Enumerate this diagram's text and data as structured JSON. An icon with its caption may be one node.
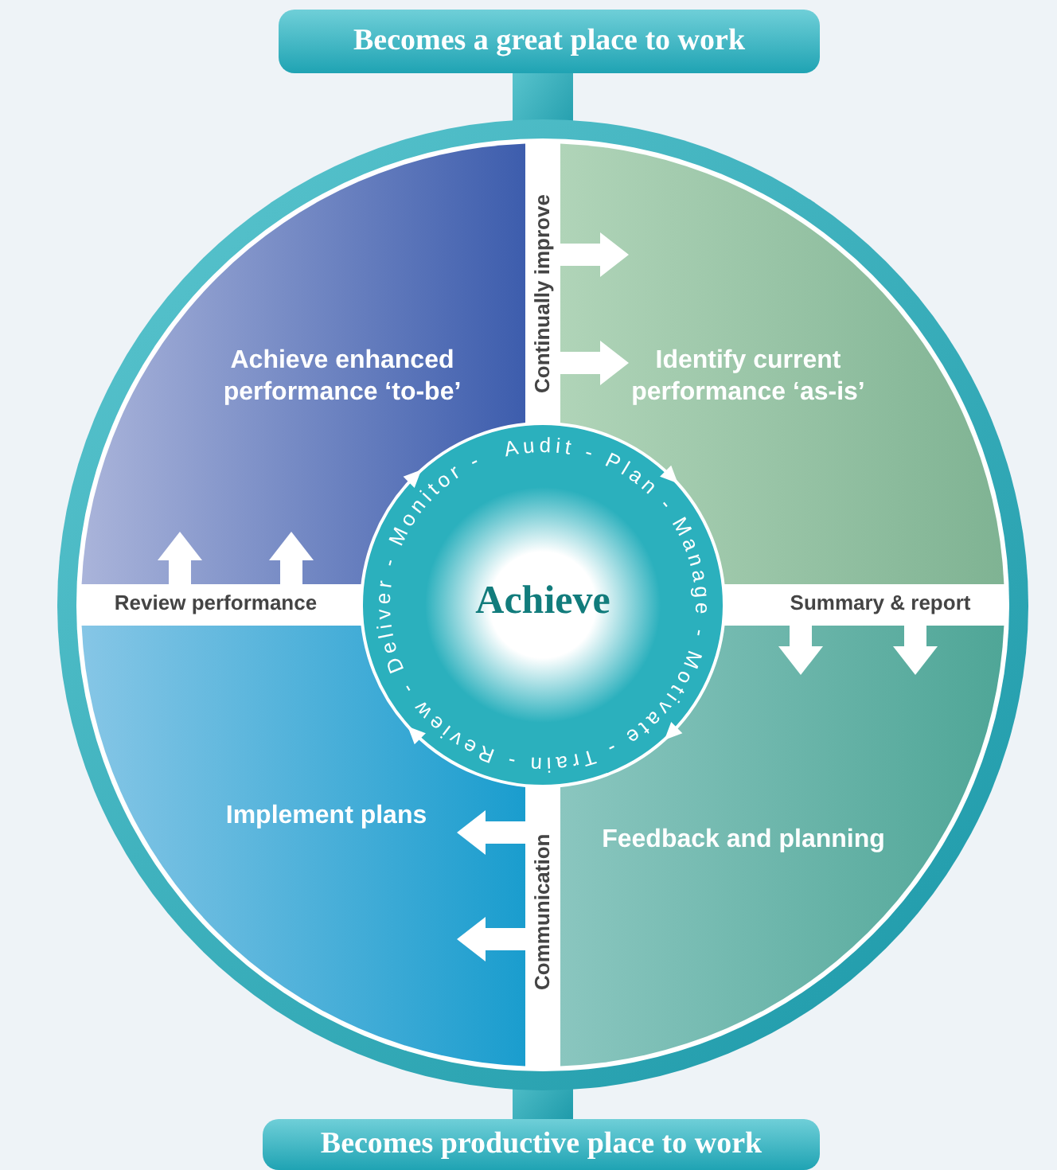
{
  "diagram": {
    "nodes": [
      {
        "text": [
          "Becomes a great place to work"
        ]
      },
      {
        "text": [
          "Continually improve"
        ]
      },
      {
        "text": [
          "Achieve enhanced performance ‘to-be’"
        ]
      },
      {
        "text": [
          "Identify current performance ‘as-is’"
        ]
      },
      {
        "text": [
          "Review performance"
        ]
      },
      {
        "text": [
          "Achieve",
          "Audit - Plan - Manage - Motivate - Train - Review - Deliver - Monitor -"
        ]
      },
      {
        "text": [
          "Summary & report"
        ]
      },
      {
        "text": [
          "Implement plans"
        ]
      },
      {
        "text": [
          "Feedback and planning"
        ]
      },
      {
        "text": [
          "Communication"
        ]
      },
      {
        "text": [
          "Becomes productive place to work"
        ]
      }
    ],
    "edges": [
      {
        "from": 1,
        "to": 3,
        "arrow": "to"
      },
      {
        "from": 1,
        "to": 3,
        "arrow": "to"
      },
      {
        "from": 6,
        "to": 8,
        "arrow": "to"
      },
      {
        "from": 6,
        "to": 8,
        "arrow": "to"
      },
      {
        "from": 9,
        "to": 7,
        "arrow": "to"
      },
      {
        "from": 9,
        "to": 7,
        "arrow": "to"
      },
      {
        "from": 4,
        "to": 2,
        "arrow": "to"
      },
      {
        "from": 4,
        "to": 2,
        "arrow": "to"
      }
    ]
  }
}
